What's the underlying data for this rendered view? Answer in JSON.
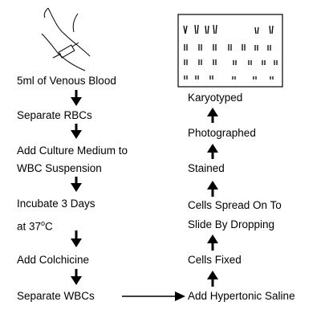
{
  "left_steps": [
    {
      "text": "5ml of Venous Blood"
    },
    {
      "text": "Separate RBCs"
    },
    {
      "text": "Add Culture Medium to"
    },
    {
      "text": "WBC Suspension"
    },
    {
      "text": "Incubate 3 Days"
    },
    {
      "text": "at 37",
      "sup": "o",
      "suffix": "C"
    },
    {
      "text": "Add Colchicine"
    },
    {
      "text": "Separate WBCs"
    }
  ],
  "right_steps": [
    {
      "text": "Add Hypertonic Saline"
    },
    {
      "text": "Cells Fixed"
    },
    {
      "text": "Slide By Dropping"
    },
    {
      "text": "Cells Spread On To"
    },
    {
      "text": "Stained"
    },
    {
      "text": "Photographed"
    },
    {
      "text": "Karyotyped"
    }
  ],
  "icons": {
    "arm": "arm-with-syringe-icon",
    "karyotype": "karyotype-chromosome-grid-icon"
  }
}
